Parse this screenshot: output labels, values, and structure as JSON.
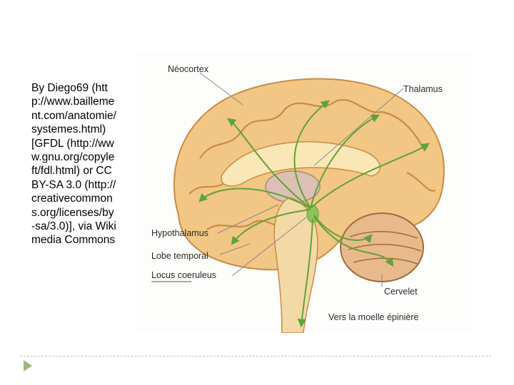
{
  "attribution": {
    "text": "By Diego69 (http://www.baillement.com/anatomie/systemes.html) [GFDL (http://www.gnu.org/copyleft/fdl.html) or CC BY-SA 3.0 (http://creativecommons.org/licenses/by-sa/3.0)], via Wikimedia Commons"
  },
  "figure": {
    "labels": {
      "neocortex": "Néocortex",
      "thalamus": "Thalamus",
      "hypothalamus": "Hypothalamus",
      "lobe_temporal": "Lobe temporal",
      "locus_coeruleus": "Locus coeruleus",
      "cervelet": "Cervelet",
      "moelle": "Vers la moelle épinière"
    },
    "colors": {
      "cortex": "#f2c684",
      "cortex_shadow": "#d59a52",
      "pathway": "#5fa33a"
    }
  },
  "footer": {
    "bullet_icon": "triangle-bullet-icon"
  }
}
